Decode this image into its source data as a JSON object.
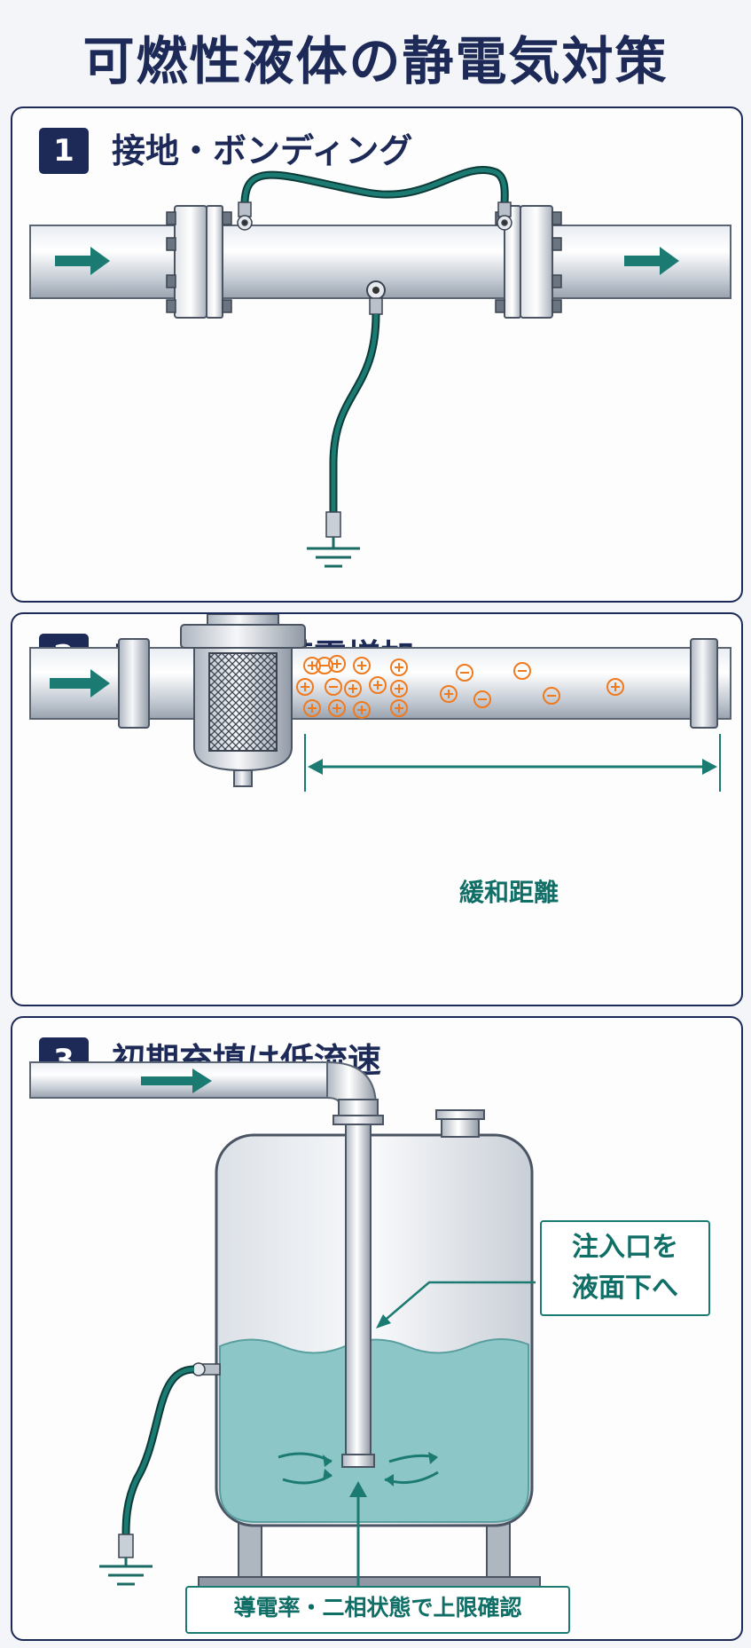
{
  "title": "可燃性液体の静電気対策",
  "panel1": {
    "number": "1",
    "heading": "接地・ボンディング"
  },
  "panel2": {
    "number": "2",
    "heading": "フィルタで帯電増加",
    "distance_label": "緩和距離"
  },
  "panel3": {
    "number": "3",
    "heading": "初期充填は低流速",
    "callout_top_line1": "注入口を",
    "callout_top_line2": "液面下へ",
    "callout_bottom": "導電率・二相状態で上限確認"
  },
  "colors": {
    "navy": "#1d2a57",
    "teal": "#1b7a72",
    "charge": "#f07a1e",
    "liquid": "#8cc6c7"
  },
  "icons": [
    "flow-arrow-icon",
    "ground-icon",
    "plus-charge-icon",
    "minus-charge-icon"
  ]
}
